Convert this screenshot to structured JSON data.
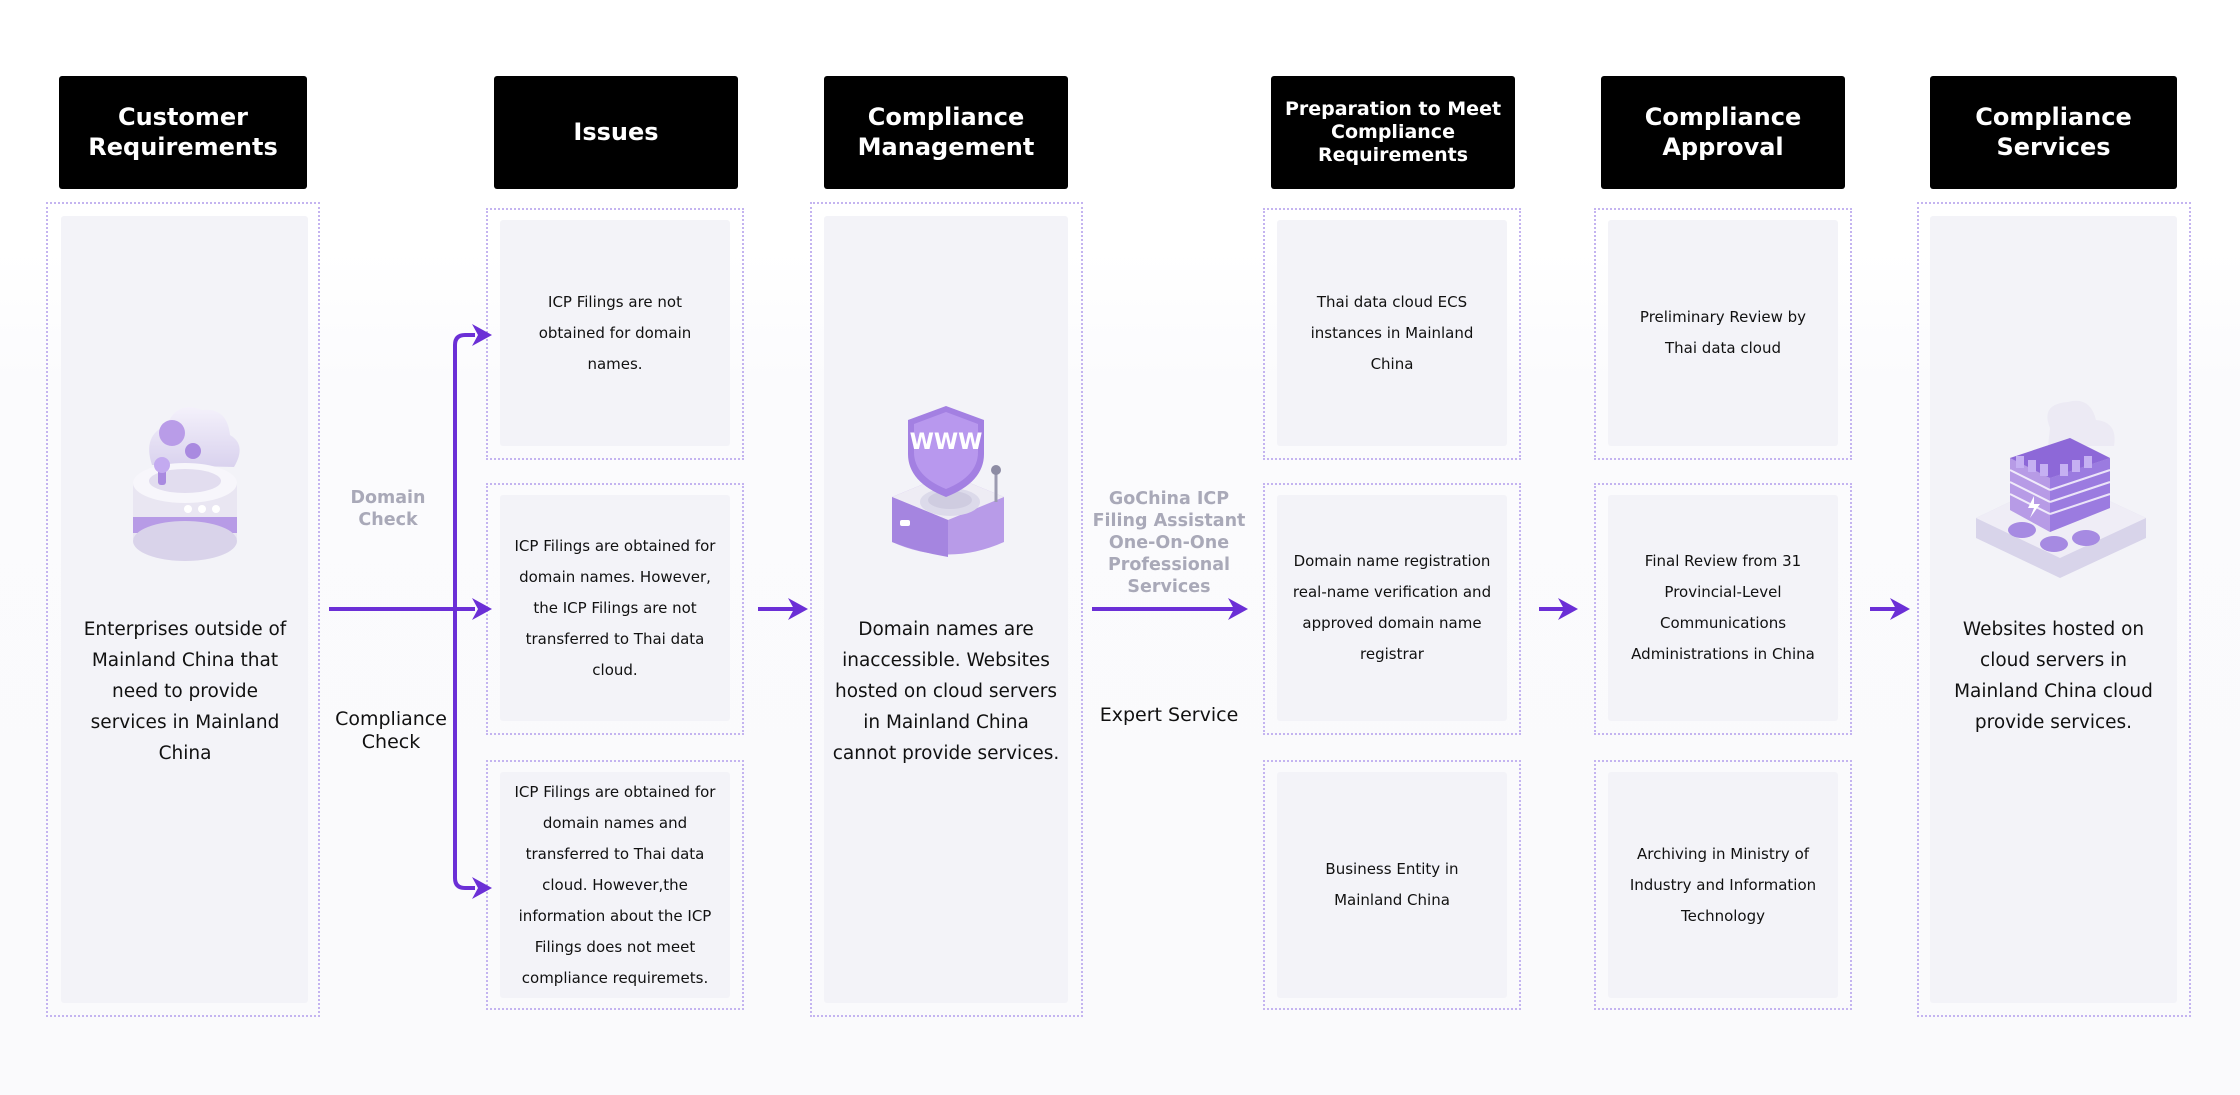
{
  "headers": {
    "customer": "Customer Requirements",
    "issues": "Issues",
    "management": "Compliance Management",
    "preparation": "Preparation to Meet Compliance Requirements",
    "approval": "Compliance Approval",
    "services": "Compliance Services"
  },
  "customer_text": "Enterprises outside of Mainland China that need to provide services in Mainland China",
  "domain_check": "Domain Check",
  "compliance_check": "Compliance Check",
  "issues": [
    "ICP Filings are not obtained for domain names.",
    "ICP Filings are obtained for domain names. However, the ICP Filings are not transferred to Thai data cloud.",
    "ICP Filings are obtained for domain names and transferred to Thai data cloud. However,the information about the ICP Filings does not meet compliance requiremets."
  ],
  "management_text": "Domain names are inaccessible. Websites hosted on cloud servers in Mainland China cannot provide services.",
  "gochina_label": "GoChina ICP Filing Assistant One-On-One Professional Services",
  "expert_service": "Expert Service",
  "preparation": [
    "Thai data cloud ECS instances in Mainland China",
    "Domain name registration real-name verification and approved domain name registrar",
    "Business Entity in Mainland China"
  ],
  "approval": [
    "Preliminary Review by Thai data cloud",
    "Final Review from 31 Provincial-Level Communications Administrations in China",
    "Archiving in Ministry of Industry and Information Technology"
  ],
  "services_text": "Websites hosted on cloud servers in Mainland China cloud provide services.",
  "icons": {
    "customer": "cloud-server-icon",
    "management": "www-shield-router-icon",
    "services": "cloud-building-icon"
  },
  "colors": {
    "accent": "#6b2fd6",
    "outline": "#c4b4f0",
    "panel": "#f3f3f8",
    "header_bg": "#000000"
  }
}
